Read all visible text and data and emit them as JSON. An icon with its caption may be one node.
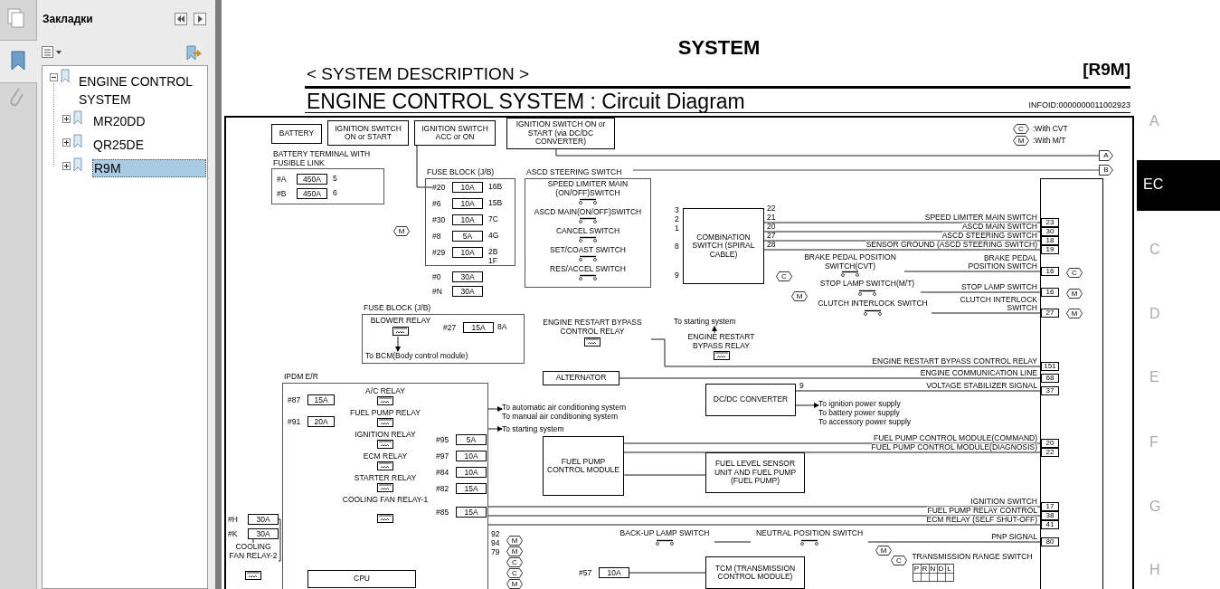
{
  "diagram": {
    "title": "SYSTEM",
    "nodes": [
      {
        "text": [
          "BATTERY"
        ]
      },
      {
        "text": [
          "IGNITION SWITCH ON or START"
        ]
      },
      {
        "text": [
          "IGNITION SWITCH ACC or ON"
        ]
      },
      {
        "text": [
          "IGNITION SWITCH ON or START (via DC/DC CONVERTER)"
        ]
      },
      {
        "text": [
          "BATTERY TERMINAL WITH FUSIBLE LINK"
        ]
      },
      {
        "text": [
          "#A",
          "450A"
        ],
        "in": 4
      },
      {
        "text": [
          "#B",
          "450A"
        ],
        "in": 4
      },
      {
        "text": [
          "FUSE BLOCK (J/B)"
        ]
      },
      {
        "text": [
          "#20",
          "10A"
        ],
        "in": 7
      },
      {
        "text": [
          "#6",
          "10A"
        ],
        "in": 7
      },
      {
        "text": [
          "#30",
          "10A"
        ],
        "in": 7
      },
      {
        "text": [
          "#8",
          "5A"
        ],
        "in": 7
      },
      {
        "text": [
          "#29",
          "10A"
        ],
        "in": 7
      },
      {
        "text": [
          "#0",
          "30A"
        ]
      },
      {
        "text": [
          "#N",
          "30A"
        ]
      },
      {
        "text": [
          "FUSE BLOCK (J/B)"
        ]
      },
      {
        "text": [
          "BLOWER RELAY"
        ],
        "in": 15
      },
      {
        "text": [
          "#27",
          "15A"
        ],
        "in": 15
      },
      {
        "text": [
          "To BCM(Body control module)"
        ],
        "in": 15
      },
      {
        "text": [
          "ASCD STEERING SWITCH"
        ]
      },
      {
        "text": [
          "SPEED LIMITER MAIN (ON/OFF)SWITCH"
        ],
        "in": 19
      },
      {
        "text": [
          "ASCD MAIN(ON/OFF)SWITCH"
        ],
        "in": 19
      },
      {
        "text": [
          "CANCEL SWITCH"
        ],
        "in": 19
      },
      {
        "text": [
          "SET/COAST SWITCH"
        ],
        "in": 19
      },
      {
        "text": [
          "RES/ACCEL SWITCH"
        ],
        "in": 19
      },
      {
        "text": [
          "COMBINATION SWITCH (SPIRAL CABLE)"
        ]
      },
      {
        "text": [],
        "shape": "box"
      },
      {
        "text": [
          "BRAKE PEDAL POSITION SWITCH(CVT)"
        ]
      },
      {
        "text": [
          "STOP LAMP SWITCH(M/T)"
        ]
      },
      {
        "text": [
          "CLUTCH INTERLOCK SWITCH"
        ]
      },
      {
        "text": [
          "ENGINE RESTART BYPASS CONTROL RELAY"
        ]
      },
      {
        "text": [
          "ENGINE RESTART BYPASS RELAY"
        ]
      },
      {
        "text": [
          "ALTERNATOR"
        ]
      },
      {
        "text": [
          "DC/DC CONVERTER"
        ]
      },
      {
        "text": [
          "IPDM E/R"
        ]
      },
      {
        "text": [
          "A/C RELAY"
        ],
        "in": 34
      },
      {
        "text": [
          "#87",
          "15A"
        ],
        "in": 34
      },
      {
        "text": [
          "FUEL PUMP RELAY"
        ],
        "in": 34
      },
      {
        "text": [
          "#91",
          "20A"
        ],
        "in": 34
      },
      {
        "text": [
          "IGNITION RELAY"
        ],
        "in": 34
      },
      {
        "text": [
          "ECM RELAY"
        ],
        "in": 34
      },
      {
        "text": [
          "STARTER RELAY"
        ],
        "in": 34
      },
      {
        "text": [
          "COOLING FAN RELAY-1"
        ],
        "in": 34
      },
      {
        "text": [
          "#95",
          "5A"
        ],
        "in": 34
      },
      {
        "text": [
          "#97",
          "10A"
        ],
        "in": 34
      },
      {
        "text": [
          "#84",
          "10A"
        ],
        "in": 34
      },
      {
        "text": [
          "#82",
          "15A"
        ],
        "in": 34
      },
      {
        "text": [
          "#85",
          "15A"
        ],
        "in": 34
      },
      {
        "text": [
          "CPU"
        ],
        "in": 34
      },
      {
        "text": [
          "FUEL PUMP CONTROL MODULE"
        ]
      },
      {
        "text": [
          "FUEL LEVEL SENSOR UNIT AND FUEL PUMP (FUEL PUMP)"
        ]
      },
      {
        "text": [
          "BACK-UP LAMP SWITCH"
        ]
      },
      {
        "text": [
          "NEUTRAL POSITION SWITCH"
        ]
      },
      {
        "text": [
          "TCM (TRANSMISSION CONTROL MODULE)"
        ]
      },
      {
        "text": [
          "TRANSMISSION RANGE SWITCH"
        ]
      },
      {
        "text": [
          "#57",
          "10A"
        ]
      },
      {
        "text": [
          "#H",
          "30A"
        ]
      },
      {
        "text": [
          "#K",
          "30A"
        ]
      },
      {
        "text": [
          "COOLING FAN RELAY-2"
        ]
      },
      {
        "text": [
          "To automatic air conditioning system",
          "To manual air conditioning system"
        ]
      },
      {
        "text": [
          "To starting system"
        ]
      },
      {
        "text": [
          "To starting system"
        ]
      },
      {
        "text": [
          "To ignition power supply",
          "To battery power supply",
          "To accessory power supply"
        ]
      },
      {
        "text": [
          "A"
        ]
      },
      {
        "text": [
          "B"
        ]
      },
      {
        "text": [
          "M"
        ]
      },
      {
        "text": [
          "C"
        ]
      },
      {
        "text": [
          "M"
        ]
      },
      {
        "text": [
          "C"
        ],
        "in": 26
      },
      {
        "text": [
          "M"
        ],
        "in": 26
      },
      {
        "text": [
          "M"
        ],
        "in": 26
      },
      {
        "text": [
          "M"
        ]
      },
      {
        "text": [
          "M"
        ]
      },
      {
        "text": [
          "C"
        ]
      },
      {
        "text": [
          "C"
        ]
      },
      {
        "text": [
          "M"
        ]
      },
      {
        "text": [
          "M"
        ]
      },
      {
        "text": [
          "C"
        ]
      }
    ],
    "edges": [
      {
        "from": 25,
        "to": 26,
        "arrow": "none",
        "label": "SPEED LIMITER MAIN SWITCH"
      },
      {
        "from": 25,
        "to": 26,
        "arrow": "none",
        "label": "ASCD MAIN SWITCH"
      },
      {
        "from": 25,
        "to": 26,
        "arrow": "none",
        "label": "ASCD STEERING SWITCH"
      },
      {
        "from": 25,
        "to": 26,
        "arrow": "none",
        "label": "SENSOR GROUND (ASCD STEERING SWITCH)"
      },
      {
        "from": 27,
        "to": 26,
        "arrow": "none",
        "label": "BRAKE PEDAL POSITION SWITCH"
      },
      {
        "from": 28,
        "to": 26,
        "arrow": "none",
        "label": "STOP LAMP SWITCH"
      },
      {
        "from": 29,
        "to": 26,
        "arrow": "none",
        "label": "CLUTCH INTERLOCK SWITCH"
      },
      {
        "from": 30,
        "to": 26,
        "arrow": "none",
        "label": "ENGINE RESTART BYPASS CONTROL RELAY"
      },
      {
        "from": 32,
        "to": 26,
        "arrow": "none",
        "label": "ENGINE COMMUNICATION LINE"
      },
      {
        "from": 33,
        "to": 26,
        "arrow": "none",
        "label": "VOLTAGE STABILIZER SIGNAL"
      },
      {
        "from": 33,
        "to": 62,
        "arrow": "to"
      },
      {
        "from": 49,
        "to": 26,
        "arrow": "none",
        "label": "FUEL PUMP CONTROL MODULE(COMMAND)"
      },
      {
        "from": 49,
        "to": 26,
        "arrow": "none",
        "label": "FUEL PUMP CONTROL MODULE(DIAGNOSIS)"
      },
      {
        "from": 49,
        "to": 50,
        "arrow": "none"
      },
      {
        "from": 34,
        "to": 26,
        "arrow": "none",
        "label": "IGNITION SWITCH"
      },
      {
        "from": 34,
        "to": 26,
        "arrow": "none",
        "label": "FUEL PUMP RELAY CONTROL"
      },
      {
        "from": 34,
        "to": 26,
        "arrow": "none",
        "label": "ECM RELAY (SELF SHUT-OFF)"
      },
      {
        "from": 34,
        "to": 59,
        "arrow": "to"
      },
      {
        "from": 34,
        "to": 60,
        "arrow": "to"
      },
      {
        "from": 31,
        "to": 61,
        "arrow": "to"
      },
      {
        "from": 16,
        "to": 18,
        "arrow": "to"
      },
      {
        "from": 52,
        "to": 26,
        "arrow": "none",
        "label": "PNP SIGNAL"
      },
      {
        "from": 51,
        "to": 52,
        "arrow": "none"
      },
      {
        "from": 2,
        "to": 8,
        "arrow": "none"
      },
      {
        "from": 3,
        "to": 63,
        "arrow": "none"
      },
      {
        "from": 55,
        "to": 53,
        "arrow": "none"
      },
      {
        "from": 56,
        "to": 58,
        "arrow": "none"
      },
      {
        "from": 57,
        "to": 58,
        "arrow": "none"
      }
    ],
    "labels": [
      "Закладки",
      "ENGINE CONTROL SYSTEM",
      "MR20DD",
      "QR25DE",
      "R9M",
      "< SYSTEM DESCRIPTION >",
      "[R9M]",
      "ENGINE CONTROL SYSTEM : Circuit Diagram",
      "INFOID:0000000011002923",
      "A",
      "EC",
      "C",
      "D",
      "E",
      "F",
      "G",
      "H",
      "C",
      "M",
      "5",
      "6",
      "16B",
      "15B",
      "7C",
      "4G",
      "2B",
      "1F",
      "8A",
      "3",
      "2",
      "1",
      "8",
      "9",
      "22",
      "21",
      "20",
      "27",
      "28",
      "23",
      "30",
      "18",
      "19",
      "16",
      "16",
      "27",
      "151",
      "68",
      "37",
      "20",
      "22",
      "17",
      "38",
      "41",
      "80",
      "P",
      "R",
      "N",
      "D",
      "L",
      "9",
      "92",
      "94",
      "79"
    ],
    "legend": [
      {
        "text": ":With CVT"
      },
      {
        "text": ":With M/T"
      }
    ]
  }
}
